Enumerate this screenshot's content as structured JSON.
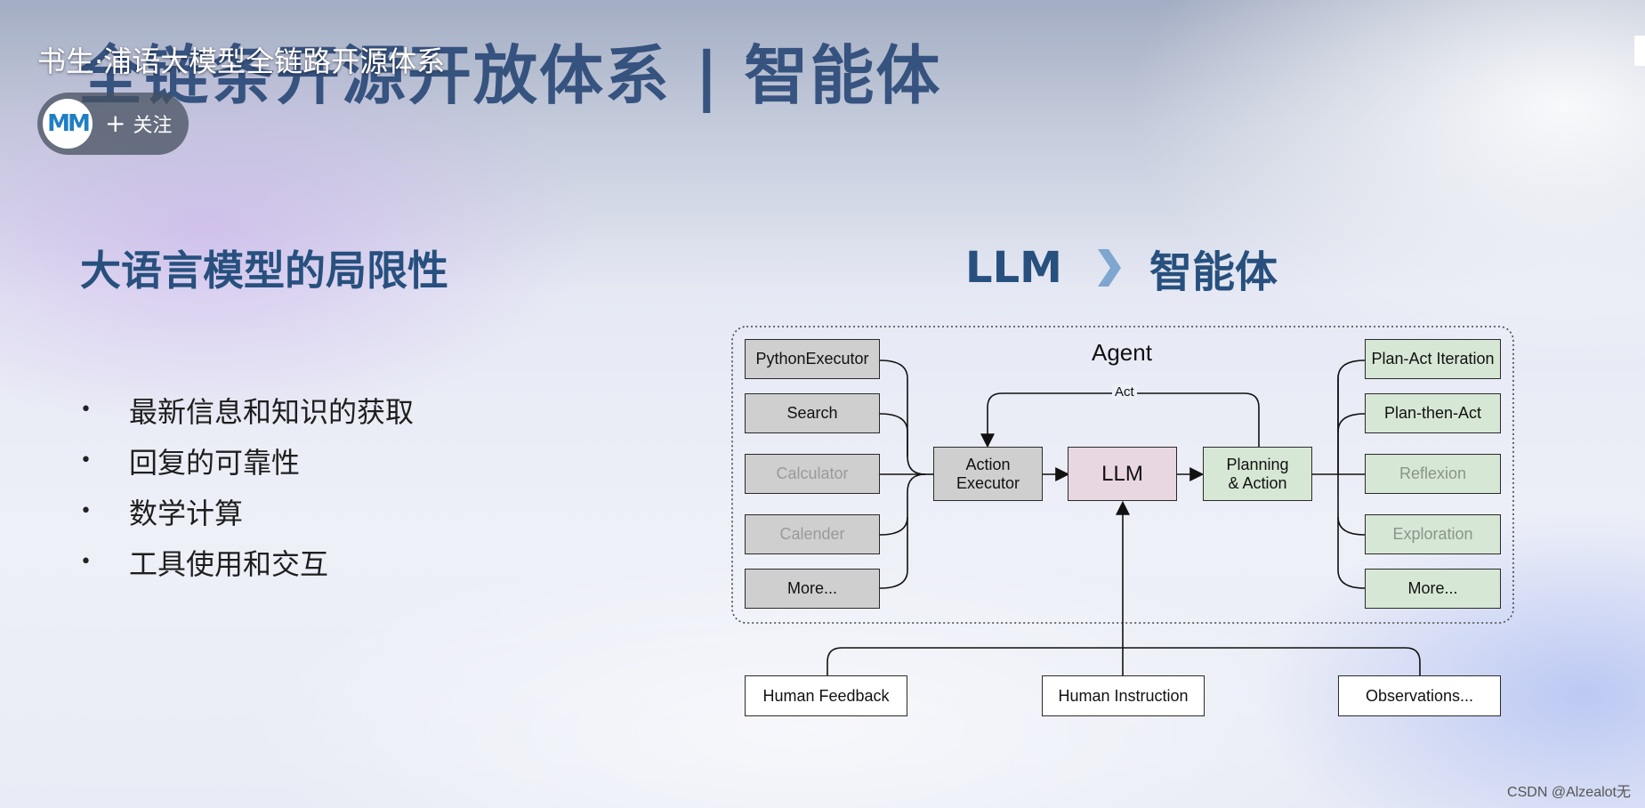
{
  "overlay": {
    "slide_title": "全链条开源开放体系 | 智能体",
    "video_title": "书生·浦语大模型全链路开源体系",
    "avatar_text": "MM",
    "follow_label": "关注"
  },
  "left": {
    "heading": "大语言模型的局限性",
    "bullets": [
      "最新信息和知识的获取",
      "回复的可靠性",
      "数学计算",
      "工具使用和交互"
    ]
  },
  "right": {
    "heading_left": "LLM",
    "heading_right": "智能体"
  },
  "diagram": {
    "agent_label": "Agent",
    "act_label": "Act",
    "tools": [
      "PythonExecutor",
      "Search",
      "Calculator",
      "Calender",
      "More..."
    ],
    "action_executor": [
      "Action",
      "Executor"
    ],
    "llm": "LLM",
    "planning": [
      "Planning",
      "& Action"
    ],
    "plans": [
      "Plan-Act Iteration",
      "Plan-then-Act",
      "Reflexion",
      "Exploration",
      "More..."
    ],
    "inputs": [
      "Human Feedback",
      "Human Instruction",
      "Observations..."
    ]
  },
  "watermark": "CSDN @Alzealot无"
}
